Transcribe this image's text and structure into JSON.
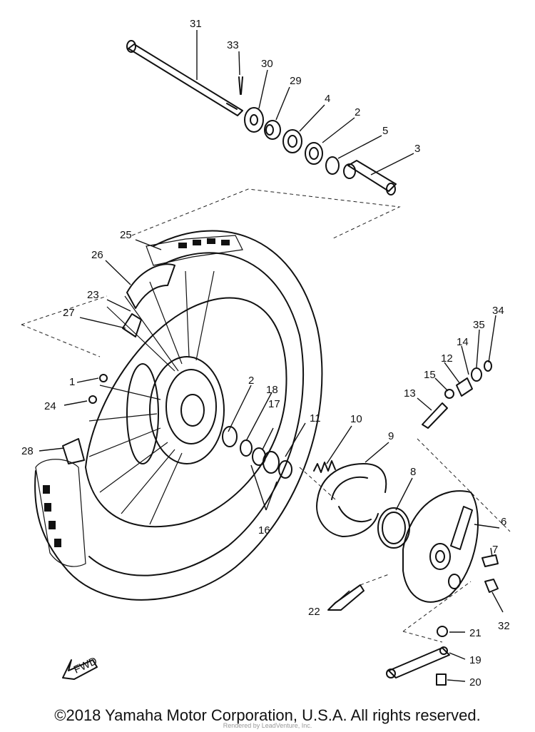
{
  "diagram": {
    "callouts": [
      {
        "id": "c31",
        "text": "31"
      },
      {
        "id": "c33",
        "text": "33"
      },
      {
        "id": "c30",
        "text": "30"
      },
      {
        "id": "c29",
        "text": "29"
      },
      {
        "id": "c4",
        "text": "4"
      },
      {
        "id": "c2a",
        "text": "2"
      },
      {
        "id": "c5",
        "text": "5"
      },
      {
        "id": "c3",
        "text": "3"
      },
      {
        "id": "c25",
        "text": "25"
      },
      {
        "id": "c26",
        "text": "26"
      },
      {
        "id": "c23",
        "text": "23"
      },
      {
        "id": "c27",
        "text": "27"
      },
      {
        "id": "c1",
        "text": "1"
      },
      {
        "id": "c24",
        "text": "24"
      },
      {
        "id": "c28",
        "text": "28"
      },
      {
        "id": "c2b",
        "text": "2"
      },
      {
        "id": "c18",
        "text": "18"
      },
      {
        "id": "c17",
        "text": "17"
      },
      {
        "id": "c11",
        "text": "11"
      },
      {
        "id": "c10",
        "text": "10"
      },
      {
        "id": "c9",
        "text": "9"
      },
      {
        "id": "c16",
        "text": "16"
      },
      {
        "id": "c8",
        "text": "8"
      },
      {
        "id": "c34",
        "text": "34"
      },
      {
        "id": "c35",
        "text": "35"
      },
      {
        "id": "c14",
        "text": "14"
      },
      {
        "id": "c12",
        "text": "12"
      },
      {
        "id": "c15",
        "text": "15"
      },
      {
        "id": "c13",
        "text": "13"
      },
      {
        "id": "c6",
        "text": "6"
      },
      {
        "id": "c7",
        "text": "7"
      },
      {
        "id": "c32",
        "text": "32"
      },
      {
        "id": "c22",
        "text": "22"
      },
      {
        "id": "c21",
        "text": "21"
      },
      {
        "id": "c19",
        "text": "19"
      },
      {
        "id": "c20",
        "text": "20"
      }
    ],
    "fwd_label": "FWD"
  },
  "footer": {
    "copyright": "©2018 Yamaha Motor Corporation, U.S.A. All rights reserved.",
    "watermark": "Rendered by LeadVenture, Inc."
  }
}
